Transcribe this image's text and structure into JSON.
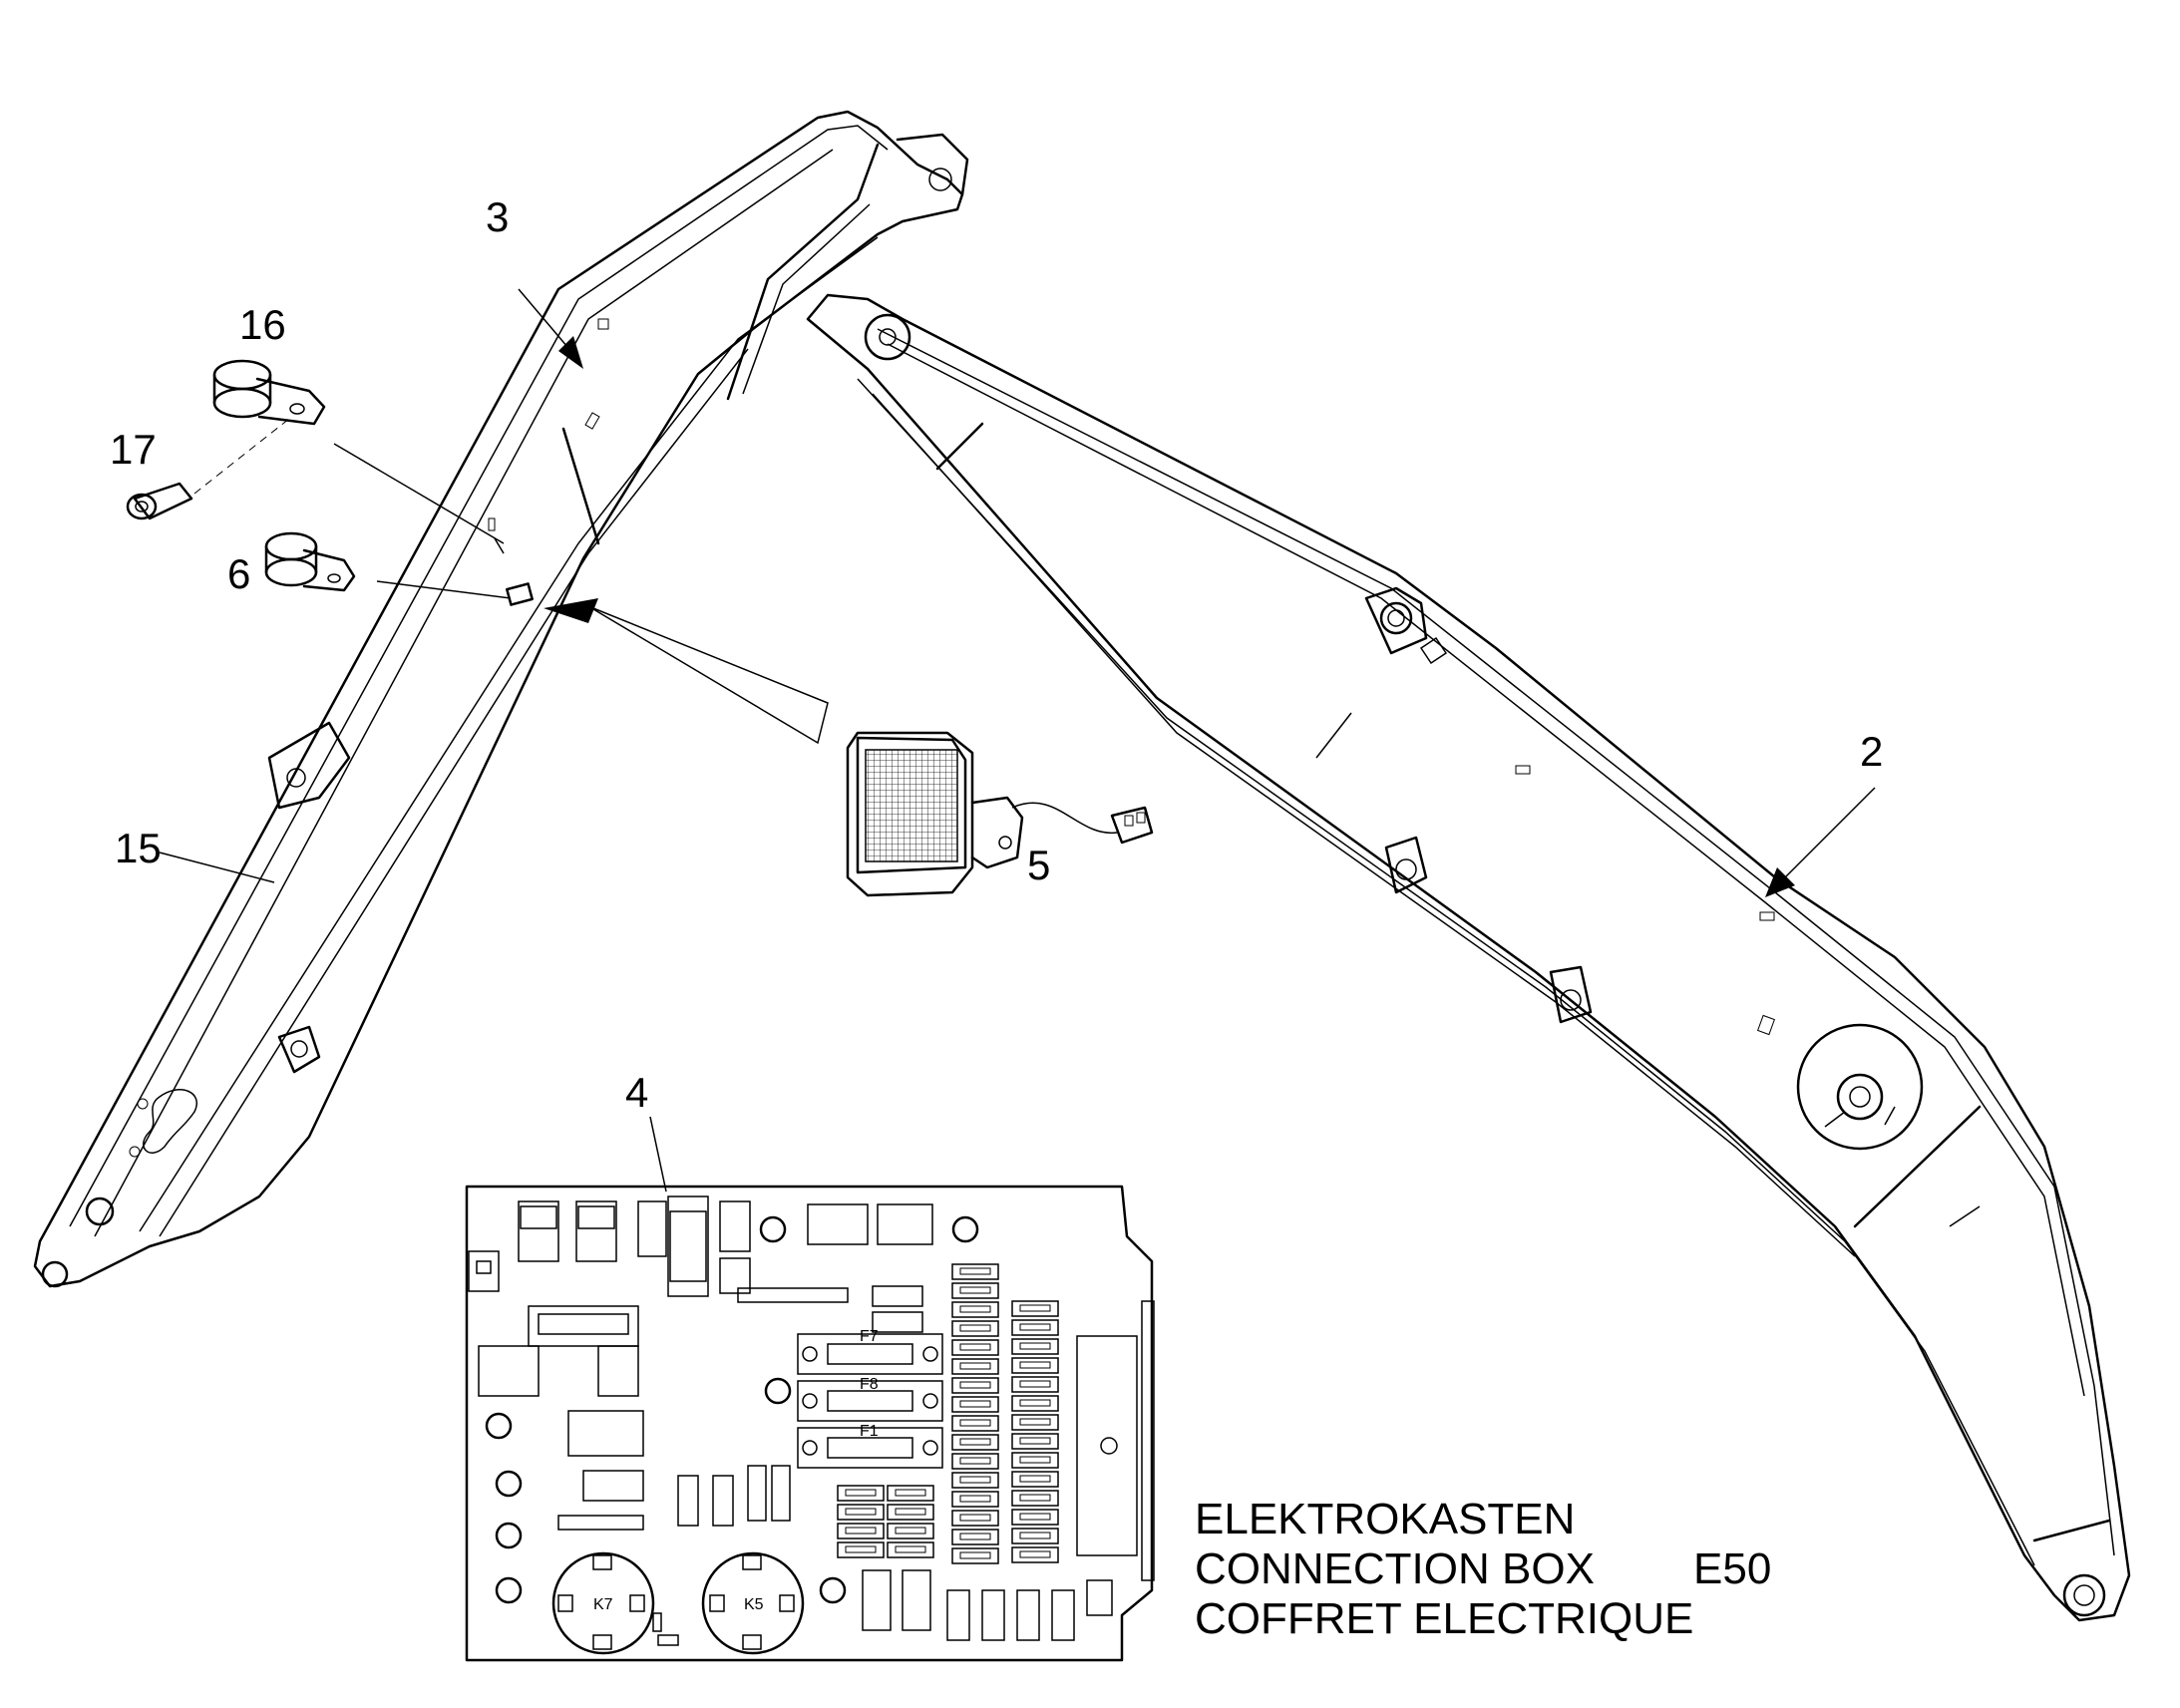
{
  "callouts": [
    {
      "id": "2",
      "label": "2"
    },
    {
      "id": "3",
      "label": "3"
    },
    {
      "id": "4",
      "label": "4"
    },
    {
      "id": "5",
      "label": "5"
    },
    {
      "id": "6",
      "label": "6"
    },
    {
      "id": "15",
      "label": "15"
    },
    {
      "id": "16",
      "label": "16"
    },
    {
      "id": "17",
      "label": "17"
    }
  ],
  "caption": {
    "line1": "ELEKTROKASTEN",
    "line2": "CONNECTION BOX",
    "code": "E50",
    "line3": "COFFRET ELECTRIQUE"
  },
  "board": {
    "relays": [
      "K7",
      "K5"
    ],
    "large_fuses": [
      "F7",
      "F8",
      "F1"
    ]
  }
}
